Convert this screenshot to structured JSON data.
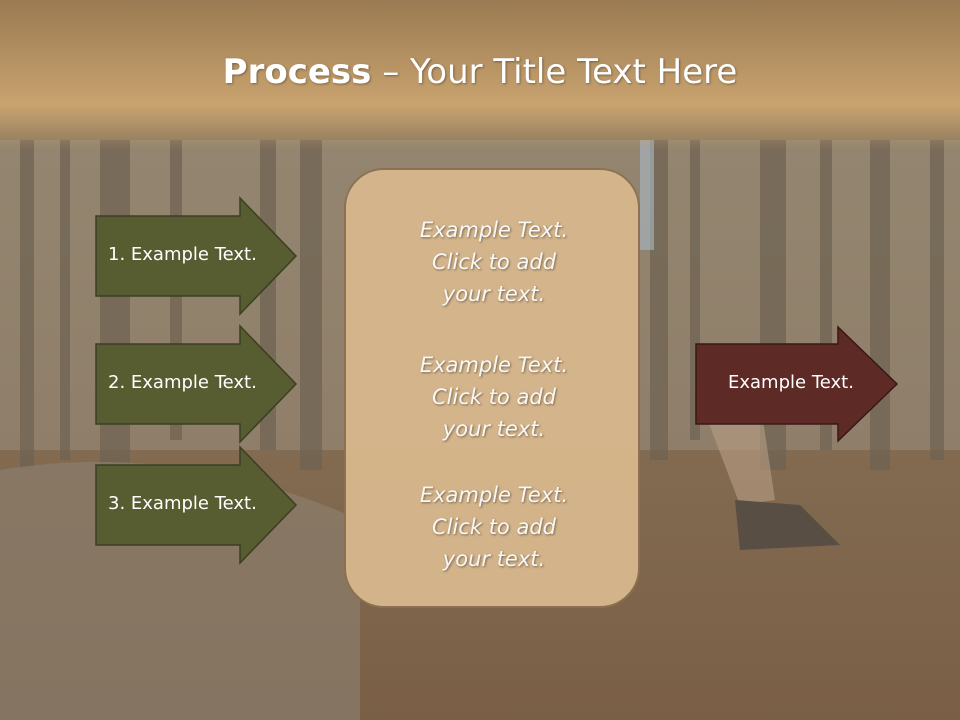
{
  "slide": {
    "title_bold": "Process",
    "title_dash": " – ",
    "title_rest": "Your Title Text Here"
  },
  "left_steps": [
    {
      "label": "1. Example Text."
    },
    {
      "label": "2. Example Text."
    },
    {
      "label": "3. Example Text."
    }
  ],
  "center_box": {
    "paragraphs": [
      {
        "lines": [
          "Example Text.",
          "Click  to add",
          "your text."
        ]
      },
      {
        "lines": [
          "Example Text.",
          "Click  to add",
          "your text."
        ]
      },
      {
        "lines": [
          "Example Text.",
          "Click  to add",
          "your text."
        ]
      }
    ]
  },
  "right_arrow": {
    "label": "Example Text."
  },
  "colors": {
    "left_arrow_fill": "#585c31",
    "right_arrow_fill": "#5e2a25",
    "center_box_fill": "#d8b88d",
    "title_band": "#c9a36f"
  },
  "background": {
    "description_icon": "forest-trail-photo"
  }
}
